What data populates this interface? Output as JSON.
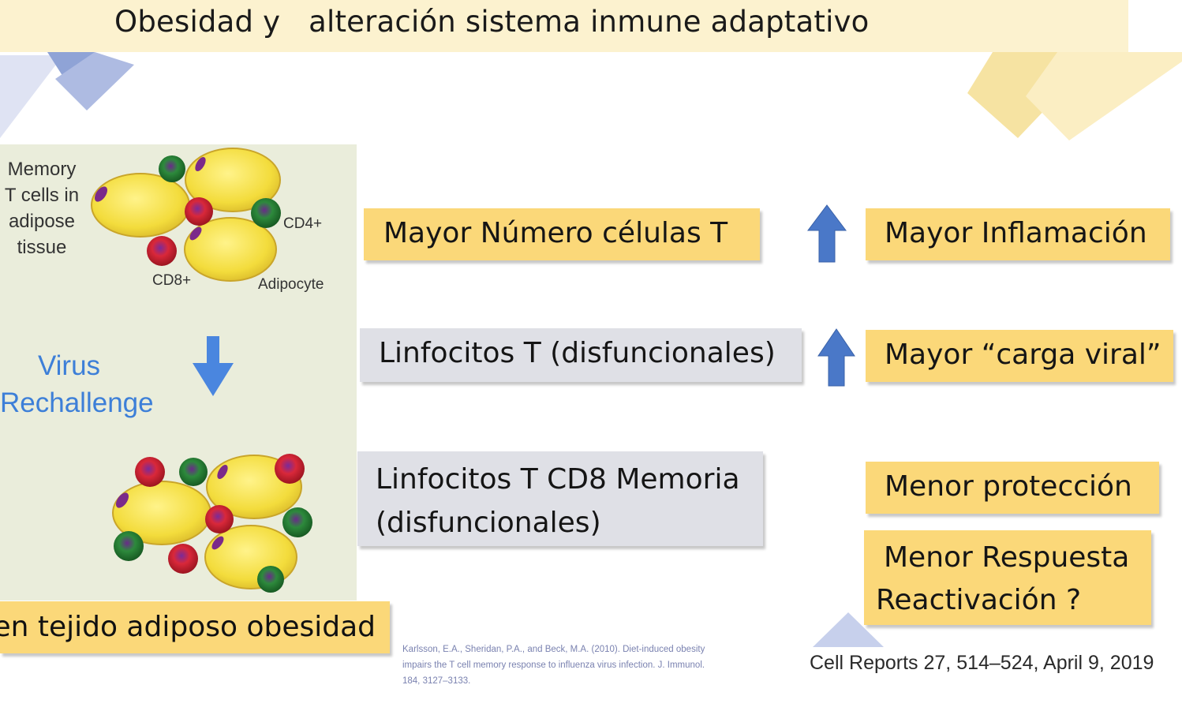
{
  "slide": {
    "title": "Obesidad y   alteración sistema inmune adaptativo"
  },
  "figure": {
    "memory_label_lines": [
      "Memory",
      "T cells in",
      "adipose",
      "tissue"
    ],
    "cd4_label": "CD4+",
    "cd8_label": "CD8+",
    "adipocyte_label": "Adipocyte",
    "virus_label_lines": [
      "Virus",
      "Rechallenge"
    ],
    "bottom_label": "en tejido adiposo obesidad"
  },
  "boxes": {
    "mayor_numero": "Mayor Número células T",
    "linfocitos_disfuncionales": "Linfocitos T (disfuncionales)",
    "cd8_memoria_line1": "Linfocitos T CD8 Memoria",
    "cd8_memoria_line2": "(disfuncionales)",
    "mayor_inflamacion": "Mayor Inflamación",
    "mayor_carga_viral": "Mayor “carga viral”",
    "menor_proteccion": "Menor protección",
    "menor_respuesta_line1": "Menor Respuesta",
    "menor_respuesta_line2": "Reactivación ?"
  },
  "references": {
    "citation_line1": "Karlsson, E.A., Sheridan, P.A., and Beck, M.A. (2010). Diet-induced obesity",
    "citation_line2": "impairs the T cell memory response to influenza virus infection. J. Immunol.",
    "citation_line3": "184, 3127–3133.",
    "cell_reports": "Cell Reports 27, 514–524, April 9, 2019"
  },
  "colors": {
    "title_bg": "#fcf2cf",
    "yellow_box": "#fbd879",
    "gray_box": "#dfe0e6",
    "arrow_blue": "#4a78c8",
    "virus_blue": "#3d7fd8"
  },
  "icons": {
    "up_arrow": "up-arrow-icon",
    "down_arrow": "down-arrow-icon"
  }
}
